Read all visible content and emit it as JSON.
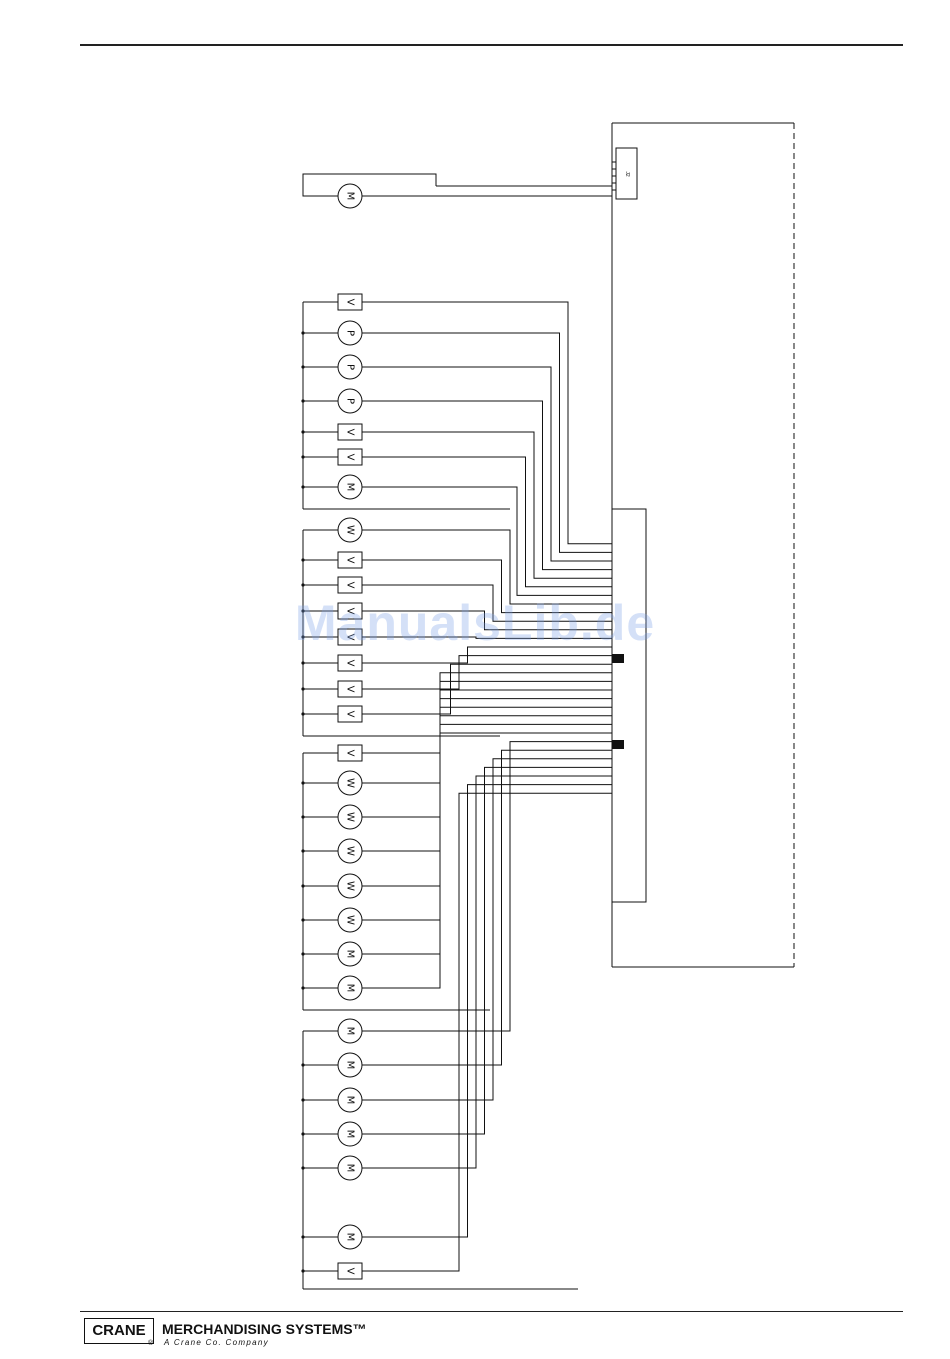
{
  "diagram": {
    "motor_top": {
      "symbol": "M",
      "kind": "circle"
    },
    "groups": [
      {
        "name": "group-1",
        "components": [
          {
            "symbol": "V",
            "kind": "box"
          },
          {
            "symbol": "P",
            "kind": "circle"
          },
          {
            "symbol": "P",
            "kind": "circle"
          },
          {
            "symbol": "P",
            "kind": "circle"
          },
          {
            "symbol": "V",
            "kind": "box"
          },
          {
            "symbol": "V",
            "kind": "box"
          },
          {
            "symbol": "M",
            "kind": "circle"
          }
        ]
      },
      {
        "name": "group-2",
        "components": [
          {
            "symbol": "W",
            "kind": "circle"
          },
          {
            "symbol": "V",
            "kind": "box"
          },
          {
            "symbol": "V",
            "kind": "box"
          },
          {
            "symbol": "V",
            "kind": "box"
          },
          {
            "symbol": "V",
            "kind": "box"
          },
          {
            "symbol": "V",
            "kind": "box"
          },
          {
            "symbol": "V",
            "kind": "box"
          },
          {
            "symbol": "V",
            "kind": "box"
          }
        ]
      },
      {
        "name": "group-3",
        "components": [
          {
            "symbol": "V",
            "kind": "box"
          },
          {
            "symbol": "W",
            "kind": "circle"
          },
          {
            "symbol": "W",
            "kind": "circle"
          },
          {
            "symbol": "W",
            "kind": "circle"
          },
          {
            "symbol": "W",
            "kind": "circle"
          },
          {
            "symbol": "W",
            "kind": "circle"
          },
          {
            "symbol": "M",
            "kind": "circle"
          },
          {
            "symbol": "M",
            "kind": "circle"
          }
        ]
      },
      {
        "name": "group-4",
        "components": [
          {
            "symbol": "M",
            "kind": "circle"
          },
          {
            "symbol": "M",
            "kind": "circle"
          },
          {
            "symbol": "M",
            "kind": "circle"
          },
          {
            "symbol": "M",
            "kind": "circle"
          },
          {
            "symbol": "M",
            "kind": "circle"
          },
          {
            "symbol": "M",
            "kind": "circle"
          },
          {
            "symbol": "V",
            "kind": "box"
          }
        ]
      }
    ],
    "connector_label": "J2"
  },
  "watermark": "ManualsLib.de",
  "footer": {
    "brand": "CRANE",
    "registered": "®",
    "division": "MERCHANDISING SYSTEMS™",
    "tagline": "A Crane Co. Company"
  }
}
